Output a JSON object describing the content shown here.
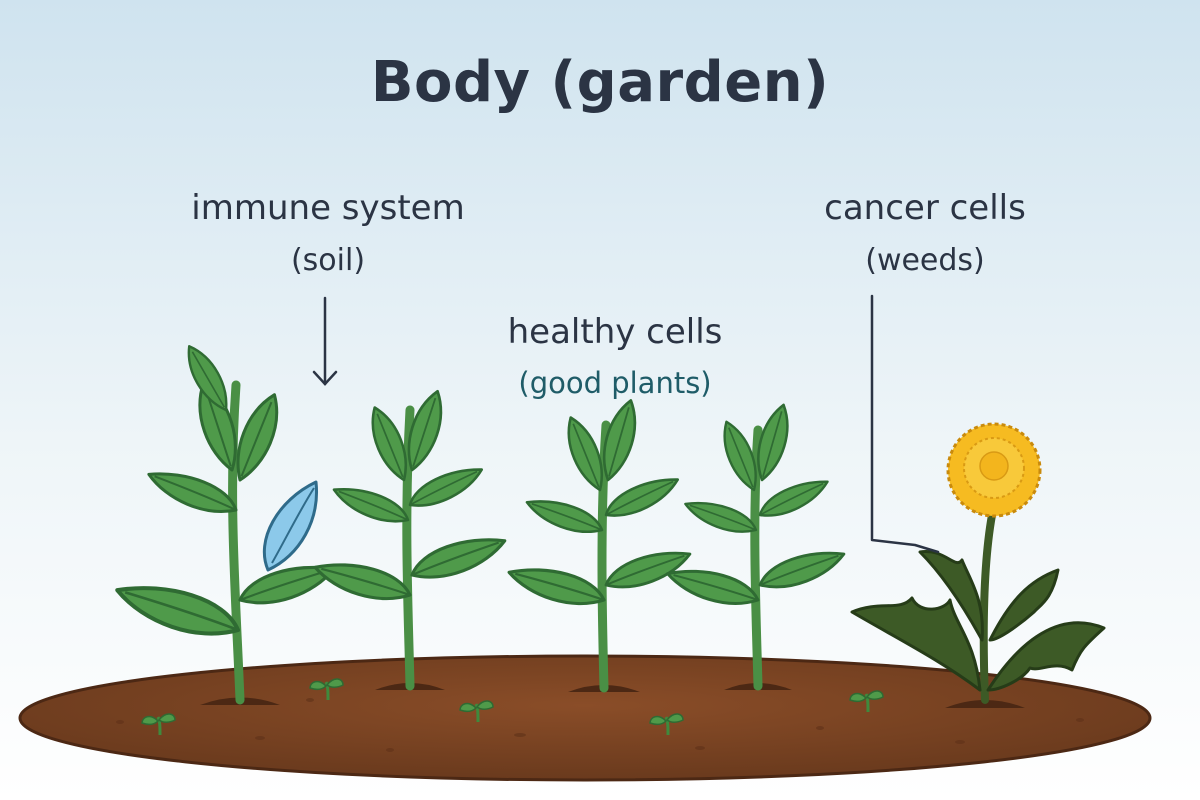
{
  "title": "Body (garden)",
  "labels": {
    "immune_system": {
      "main": "immune system",
      "sub": "(soil)"
    },
    "cancer_cells": {
      "main": "cancer cells",
      "sub": "(weeds)"
    },
    "healthy_cells": {
      "main": "healthy cells",
      "sub": "(good plants)"
    }
  },
  "colors": {
    "sky_top": "#cfe3ef",
    "sky_bottom": "#ffffff",
    "soil": "#7a4322",
    "soil_dark": "#5c3018",
    "leaf": "#4f9a4a",
    "leaf_dark": "#2f6b33",
    "stem": "#4a8f45",
    "weed_leaf": "#3d5a26",
    "dandelion": "#f6bb21",
    "seed_pod": "#8cc9ea",
    "text": "#2b3444",
    "accent_text": "#1f5c68"
  }
}
